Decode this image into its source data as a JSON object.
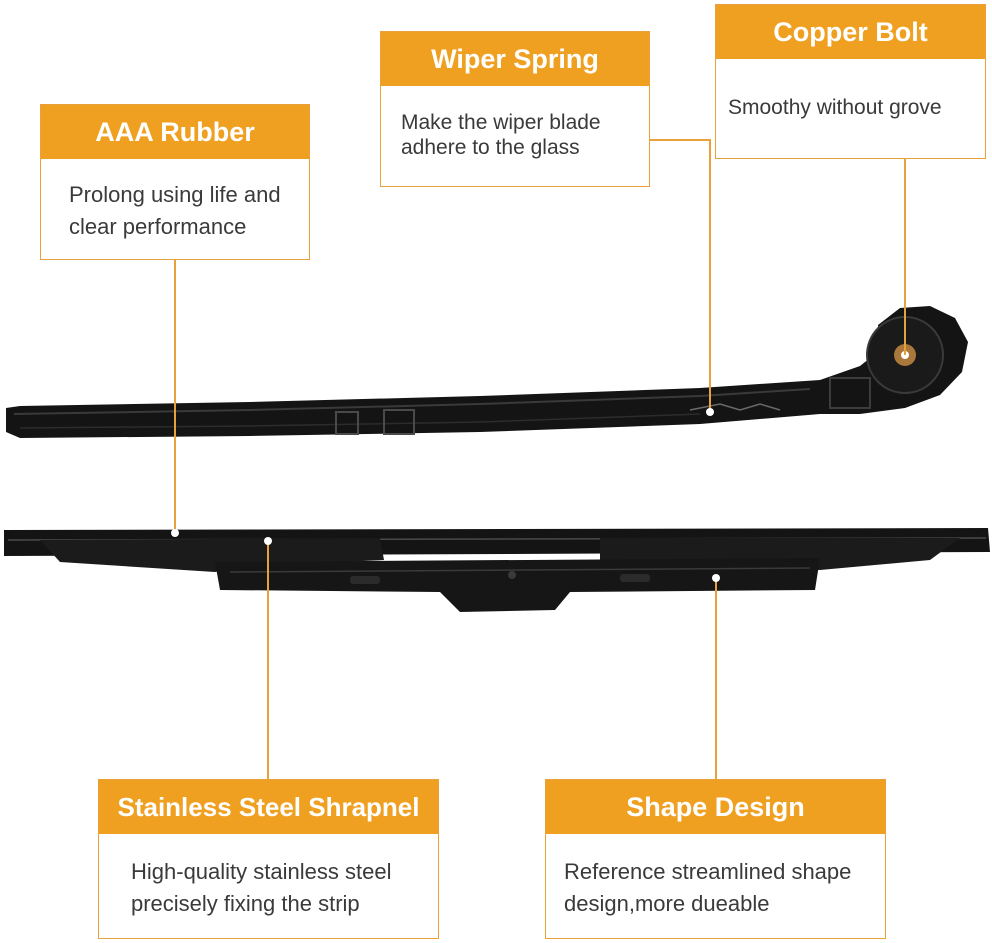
{
  "callouts": {
    "rubber": {
      "title": "AAA Rubber",
      "text": [
        "Prolong using life and",
        "clear performance"
      ]
    },
    "spring": {
      "title": "Wiper Spring",
      "text": [
        "Make the wiper blade",
        "adhere to the glass"
      ]
    },
    "bolt": {
      "title": "Copper Bolt",
      "text": [
        "Smoothy without grove"
      ]
    },
    "steel": {
      "title": "Stainless Steel Shrapnel",
      "text": [
        "High-quality stainless steel",
        "precisely fixing the strip"
      ]
    },
    "shape": {
      "title": "Shape Design",
      "text": [
        "Reference streamlined shape",
        "design,more dueable"
      ]
    }
  },
  "colors": {
    "accent": "#f0a020",
    "leader_line": "#e9a23b",
    "body_text": "#3a3a3a",
    "product": "#141414"
  }
}
